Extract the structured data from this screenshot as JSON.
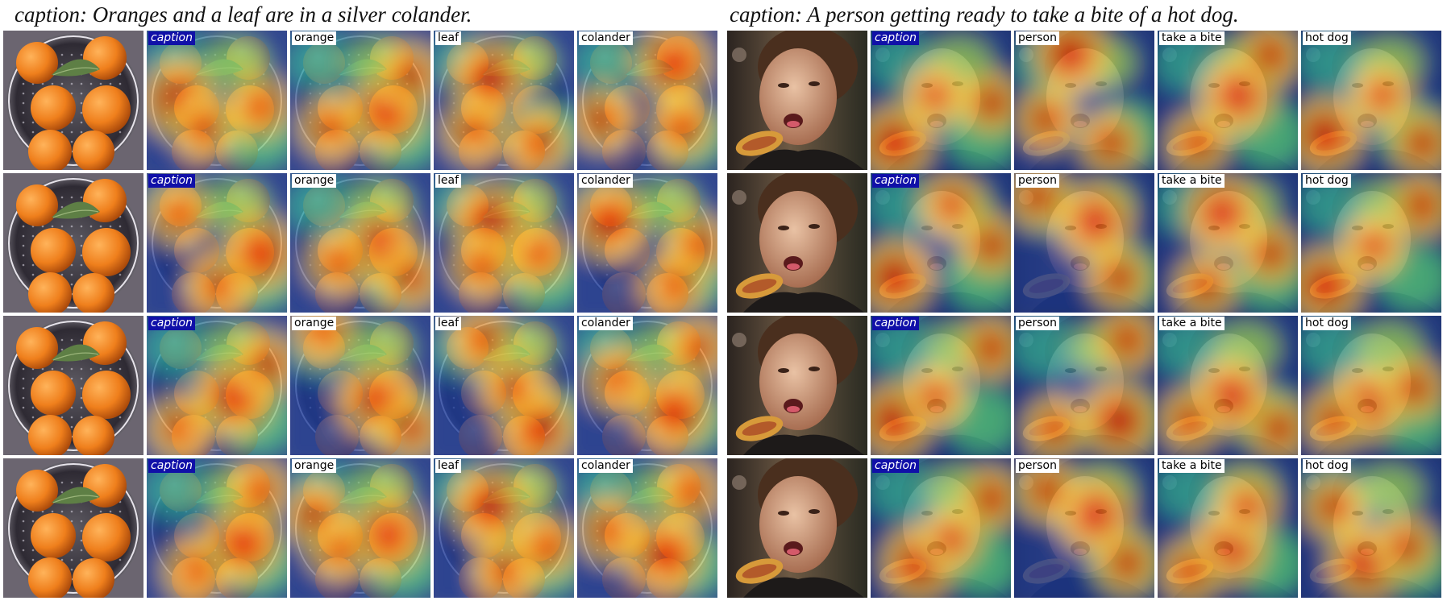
{
  "figure": {
    "left": {
      "caption": "caption: Oranges and a leaf are in a silver colander.",
      "scene": "oranges-in-colander",
      "columns": [
        {
          "label": "",
          "kind": "original"
        },
        {
          "label": "caption",
          "kind": "heatmap",
          "label_style": "caption"
        },
        {
          "label": "orange",
          "kind": "heatmap"
        },
        {
          "label": "leaf",
          "kind": "heatmap"
        },
        {
          "label": "colander",
          "kind": "heatmap"
        }
      ],
      "row_count": 4
    },
    "right": {
      "caption": "caption: A person getting ready to take a bite of a hot dog.",
      "scene": "person-eating-hot-dog",
      "columns": [
        {
          "label": "",
          "kind": "original"
        },
        {
          "label": "caption",
          "kind": "heatmap",
          "label_style": "caption"
        },
        {
          "label": "person",
          "kind": "heatmap"
        },
        {
          "label": "take a bite",
          "kind": "heatmap"
        },
        {
          "label": "hot dog",
          "kind": "heatmap"
        }
      ],
      "row_count": 4
    }
  },
  "colors": {
    "caption_tag_bg": "#1010a8",
    "heat_low": "#1f3a9a",
    "heat_mid": "#4bc48a",
    "heat_high": "#e02010"
  }
}
